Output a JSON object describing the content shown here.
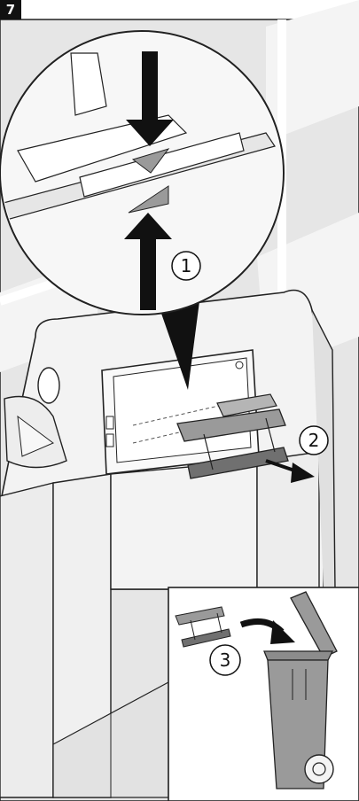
{
  "step": {
    "number": "7"
  },
  "callouts": {
    "one": "1",
    "two": "2",
    "three": "3"
  },
  "colors": {
    "badge": "#111111",
    "background_gray": "#e3e3e3",
    "light_panel": "#f1f1f1",
    "part_dark": "#707070",
    "part_medium": "#9a9a9a",
    "line": "#222222"
  },
  "icons": {
    "push_arrows": "arrow-down-up-icon",
    "pull_arrow": "arrow-right-icon",
    "dispose_arrow": "curved-arrow-icon",
    "waste_bin": "waste-bin-icon"
  }
}
